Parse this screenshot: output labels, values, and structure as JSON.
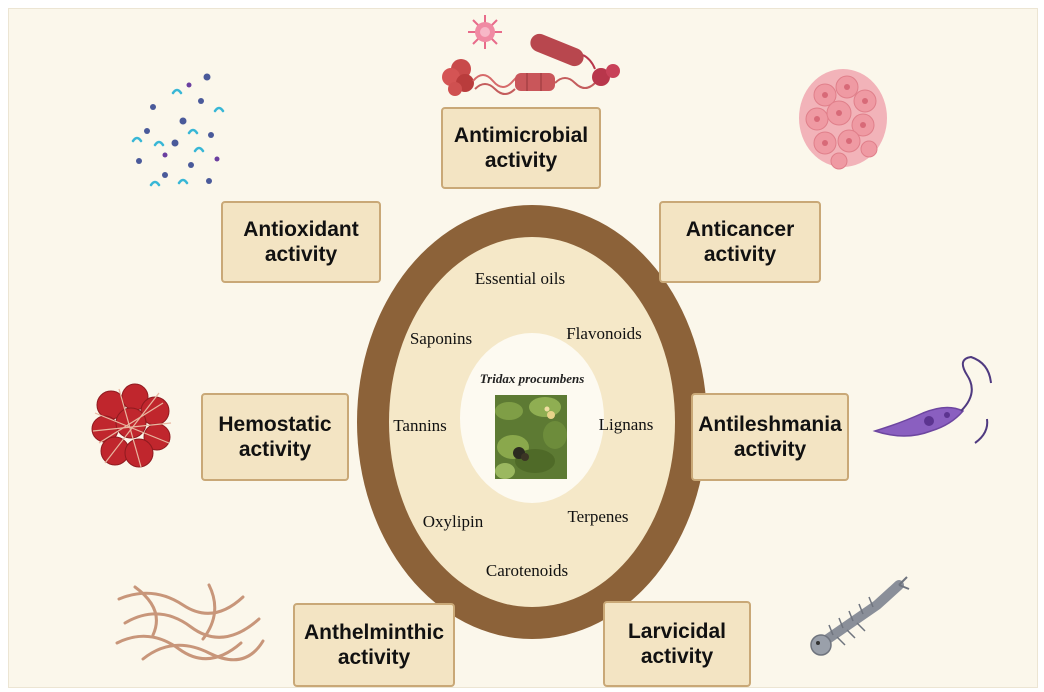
{
  "center": {
    "plant_name": "Tridax procumbens"
  },
  "components": {
    "essential_oils": "Essential oils",
    "saponins": "Saponins",
    "flavonoids": "Flavonoids",
    "tannins": "Tannins",
    "lignans": "Lignans",
    "oxylipin": "Oxylipin",
    "terpenes": "Terpenes",
    "carotenoids": "Carotenoids"
  },
  "activities": {
    "antimicrobial": [
      "Antimicrobial",
      "activity"
    ],
    "antioxidant": [
      "Antioxidant",
      "activity"
    ],
    "anticancer": [
      "Anticancer",
      "activity"
    ],
    "hemostatic": [
      "Hemostatic",
      "activity"
    ],
    "antileshmania": [
      "Antileshmania",
      "activity"
    ],
    "anthelminthic": [
      "Anthelminthic",
      "activity"
    ],
    "larvicidal": [
      "Larvicidal",
      "activity"
    ]
  },
  "colors": {
    "ring": "#8c6239",
    "inner": "#f5e8c8",
    "box_fill": "#f3e4c3",
    "box_border": "#c9a877"
  },
  "icons": {
    "antimicrobial": "microbes-illustration",
    "antioxidant": "molecules-illustration",
    "anticancer": "cancer-cell-cluster-illustration",
    "hemostatic": "blood-clot-illustration",
    "antileshmania": "leishmania-parasite-illustration",
    "anthelminthic": "worms-illustration",
    "larvicidal": "mosquito-larva-illustration"
  }
}
